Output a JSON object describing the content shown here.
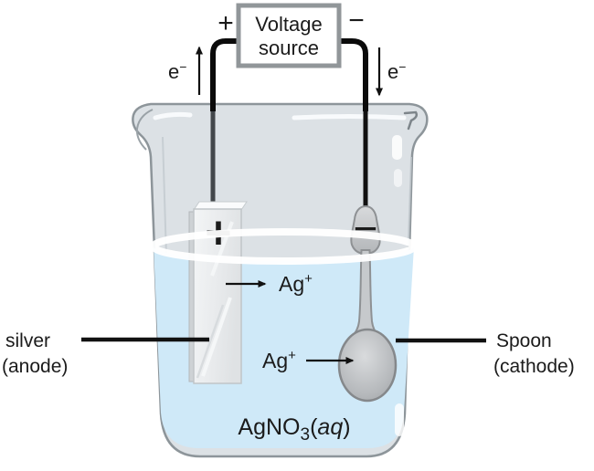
{
  "voltage_source": {
    "line1": "Voltage",
    "line2": "source",
    "positive_sign": "+",
    "negative_sign": "−"
  },
  "electrons": {
    "left": {
      "symbol": "e",
      "charge": "−"
    },
    "right": {
      "symbol": "e",
      "charge": "−"
    }
  },
  "anode": {
    "terminal_sign": "+",
    "label_line1": "silver",
    "label_line2": "(anode)"
  },
  "cathode": {
    "terminal_sign": "−",
    "label_line1": "Spoon",
    "label_line2": "(cathode)"
  },
  "ions": {
    "upper": {
      "symbol": "Ag",
      "charge": "+"
    },
    "lower": {
      "symbol": "Ag",
      "charge": "+"
    }
  },
  "solution": {
    "formula": "AgNO",
    "subscript": "3",
    "paren_open": "(",
    "state": "aq",
    "paren_close": ")"
  },
  "colors": {
    "solution": "#cfe9f8",
    "glass": "#dce1e5",
    "glass_outline": "#8d959a",
    "wire": "#0b0b0b",
    "anode_sign": "#cc2127"
  }
}
